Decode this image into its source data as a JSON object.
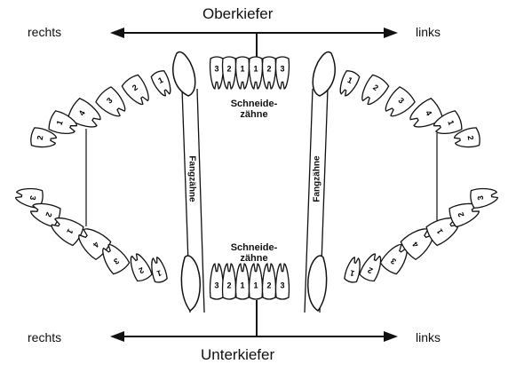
{
  "labels": {
    "top_title": "Oberkiefer",
    "bottom_title": "Unterkiefer",
    "right_top": "rechts",
    "left_top": "links",
    "right_bottom": "rechts",
    "left_bottom": "links",
    "incisors_top_line1": "Schneide-",
    "incisors_top_line2": "zähne",
    "incisors_bottom_line1": "Schneide-",
    "incisors_bottom_line2": "zähne",
    "canine_left": "Fangzähne",
    "canine_right": "Fangzähne"
  },
  "tooth_numbers": {
    "upper_incisors": [
      "3",
      "2",
      "1",
      "1",
      "2",
      "3"
    ],
    "lower_incisors": [
      "3",
      "2",
      "1",
      "1",
      "2",
      "3"
    ],
    "upper_right_cheek": [
      "1",
      "2",
      "3",
      "4",
      "1",
      "2"
    ],
    "upper_left_cheek": [
      "1",
      "2",
      "3",
      "4",
      "1",
      "2"
    ],
    "lower_right_cheek": [
      "3",
      "2",
      "1",
      "4",
      "3",
      "2",
      "1"
    ],
    "lower_left_cheek": [
      "1",
      "2",
      "3",
      "4",
      "1",
      "2",
      "3"
    ]
  }
}
